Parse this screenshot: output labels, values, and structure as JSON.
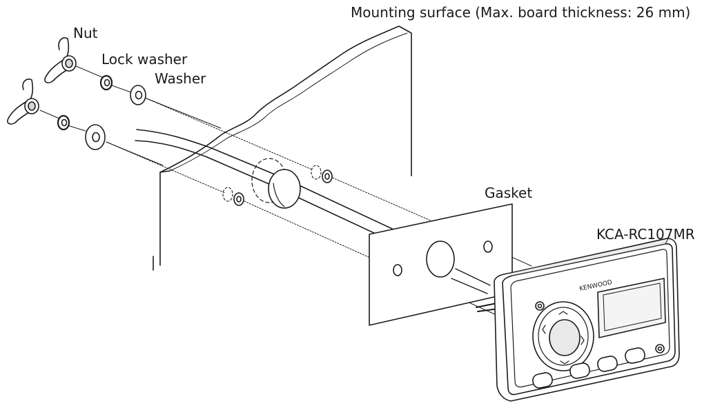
{
  "labels": {
    "mounting_surface": "Mounting surface (Max. board thickness: 26 mm)",
    "nut": "Nut",
    "lock_washer": "Lock washer",
    "washer": "Washer",
    "gasket": "Gasket",
    "model": "KCA-RC107MR"
  },
  "device": {
    "brand_text": "KENWOOD"
  },
  "colors": {
    "line": "#1a1a1a",
    "fill": "#ffffff",
    "shade": "#e6e6e6"
  }
}
